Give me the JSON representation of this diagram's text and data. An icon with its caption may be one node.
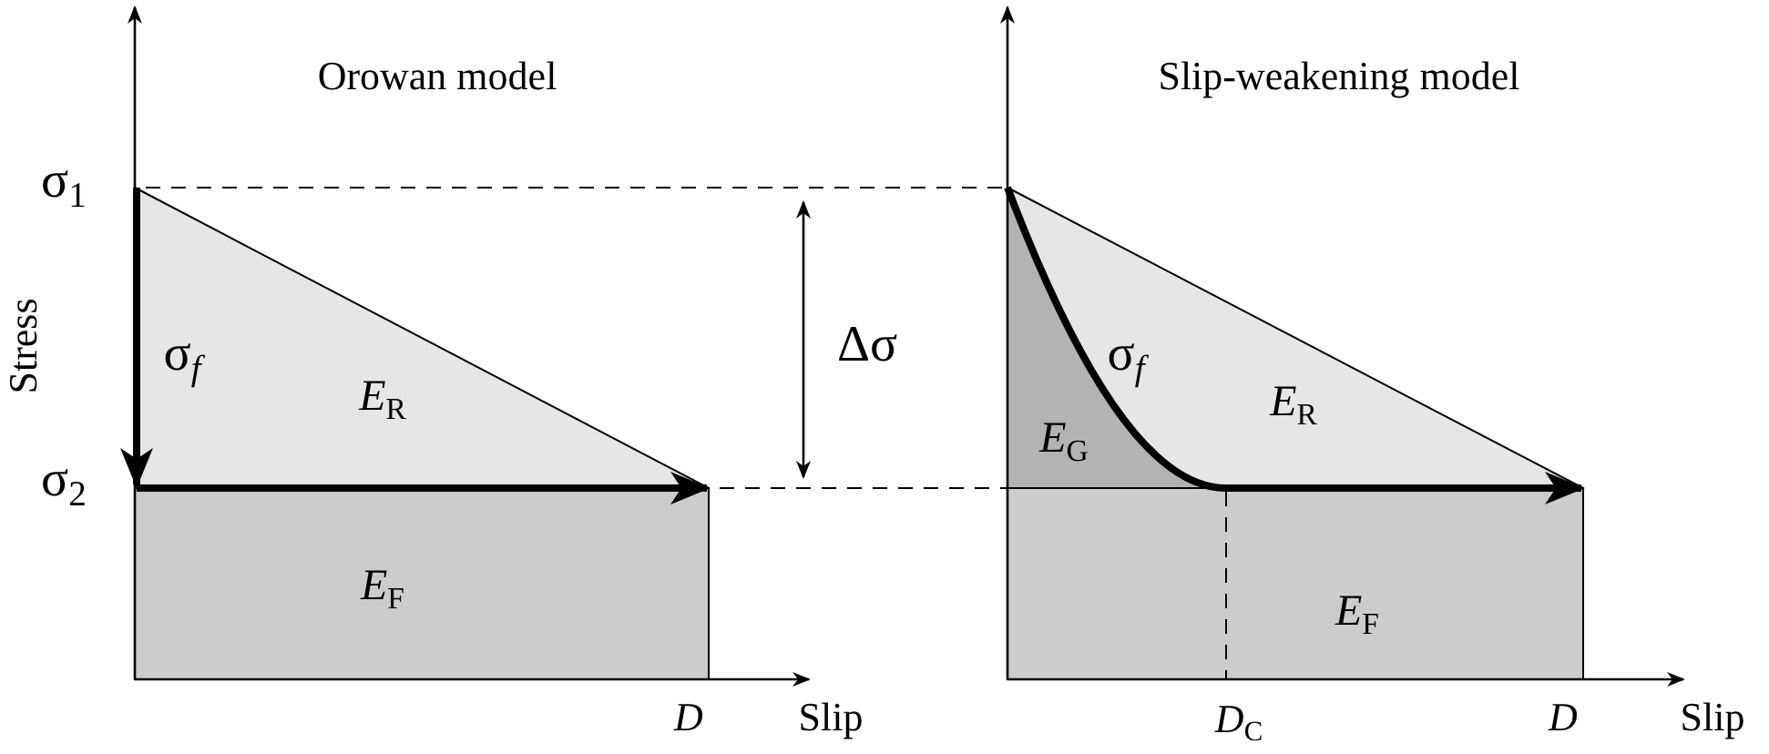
{
  "diagram": {
    "labels": [
      "Orowan model",
      "Slip-weakening model",
      "σ$_{1}$",
      "Stress",
      "σ$_{f}$",
      "*E*$_{R}$",
      "Δσ",
      "σ$_{2}$",
      "*E*$_{F}$",
      "*D*",
      "Slip",
      "σ$_{f}$",
      "*E*$_{G}$",
      "*E*$_{R}$",
      "*E*$_{F}$",
      "*D*$_{C}$",
      "*D*",
      "Slip"
    ]
  }
}
